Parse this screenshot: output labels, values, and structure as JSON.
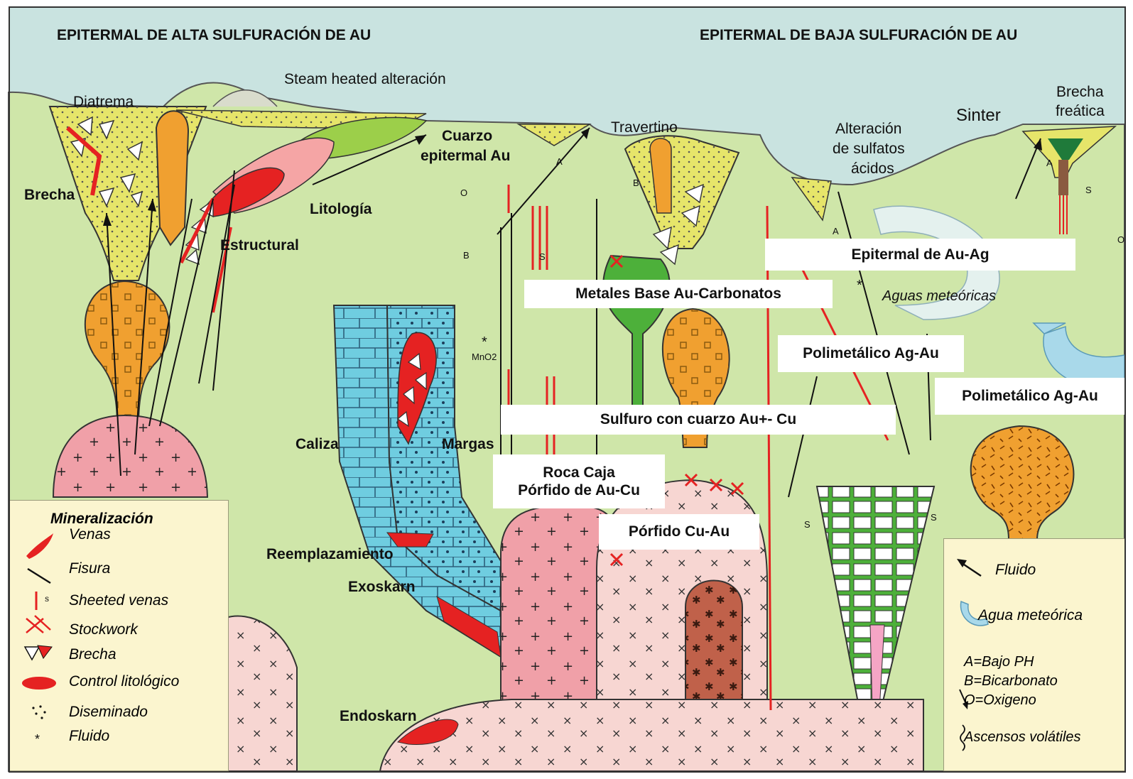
{
  "titles": {
    "left": "EPITERMAL DE ALTA SULFURACIÓN DE AU",
    "right": "EPITERMAL DE BAJA SULFURACIÓN DE AU"
  },
  "labels": {
    "steam": "Steam heated alteración",
    "diatrema": "Diatrema",
    "cuarzo1": "Cuarzo",
    "cuarzo2": "epitermal Au",
    "travertino": "Travertino",
    "alteracion1": "Alteración",
    "alteracion2": "de sulfatos",
    "alteracion3": "ácidos",
    "sinter": "Sinter",
    "brecha_freatica1": "Brecha",
    "brecha_freatica2": "freática",
    "brecha": "Brecha",
    "litologia": "Litología",
    "estructural": "Estructural",
    "aguas_meteoricas": "Aguas meteóricas",
    "mno2": "MnO2",
    "caliza": "Caliza",
    "margas": "Margas",
    "reemplazamiento": "Reemplazamiento",
    "exoskarn": "Exoskarn",
    "endoskarn": "Endoskarn",
    "letter_a": "A",
    "letter_b": "B",
    "letter_o": "O",
    "letter_s": "S"
  },
  "boxes": {
    "epitermal_auag": "Epitermal de Au-Ag",
    "metales_base": "Metales Base Au-Carbonatos",
    "polimetalico1": "Polimetálico Ag-Au",
    "polimetalico2": "Polimetálico Ag-Au",
    "sulfuro": "Sulfuro con cuarzo Au+- Cu",
    "roca_caja1": "Roca Caja",
    "roca_caja2": "Pórfido de Au-Cu",
    "porfido_cuau": "Pórfido Cu-Au"
  },
  "legend_left": {
    "title": "Mineralización",
    "items": [
      "Venas",
      "Fisura",
      "Sheeted venas",
      "Stockwork",
      "Brecha",
      "Control litológico",
      "Diseminado",
      "Fluido"
    ]
  },
  "legend_right": {
    "items": [
      "Fluido",
      "Agua meteórica"
    ],
    "codes": [
      "A=Bajo PH",
      "B=Bicarbonato",
      "O=Oxigeno"
    ],
    "volatiles": "Ascensos volátiles"
  },
  "colors": {
    "sky": "#c9e3e0",
    "ground": "#cfe6a9",
    "yellow": "#e6e56a",
    "orange": "#f0a030",
    "red": "#e52222",
    "pink_intrusive": "#f0a0a8",
    "pale_pink": "#f7d6d2",
    "blue_limestone": "#6fcde0",
    "green_vein": "#4db03a",
    "brown_core": "#c0614a",
    "legend_bg": "#fbf5cf"
  }
}
